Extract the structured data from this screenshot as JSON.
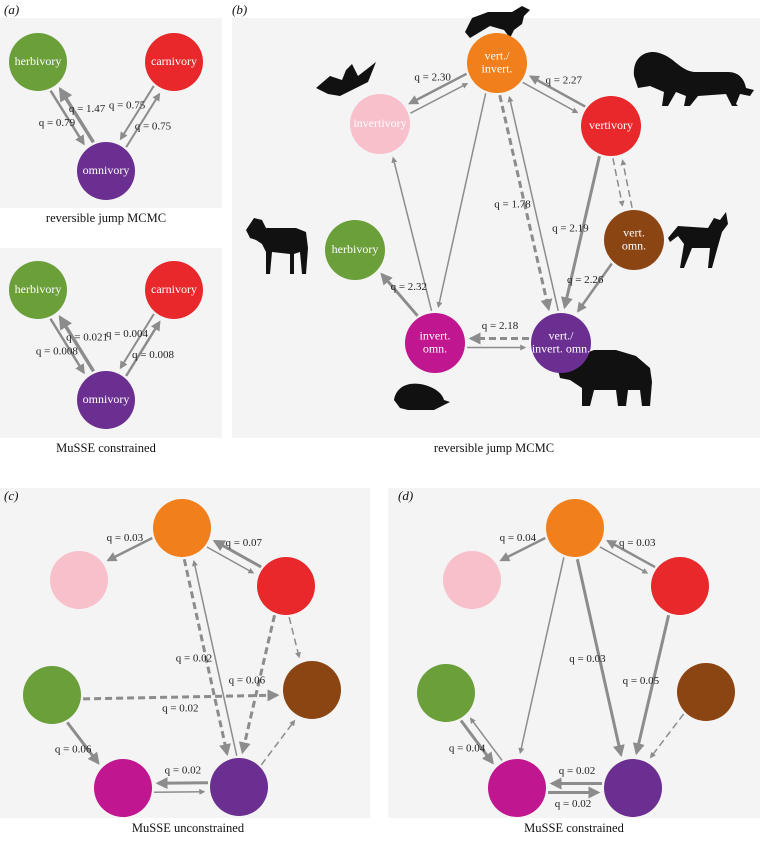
{
  "colors": {
    "herbivory": "#6a9f3a",
    "carnivory": "#e8282a",
    "omnivory": "#6b2f91",
    "insect": "#f7c0cb",
    "vertinv": "#f07f1c",
    "vertivory": "#e8282a",
    "vomn": "#8b4513",
    "iomn": "#c0168f",
    "viomn": "#6b2f91",
    "edge": "#8c8c8c"
  },
  "panels": [
    {
      "id": "a1",
      "label": "(a)",
      "caption": "reversible jump MCMC",
      "nodes": [
        {
          "id": "H",
          "text": "herbivory",
          "color": "herbivory"
        },
        {
          "id": "C",
          "text": "carnivory",
          "color": "carnivory"
        },
        {
          "id": "O",
          "text": "omnivory",
          "color": "omnivory"
        }
      ],
      "edges": [
        {
          "from": "H",
          "to": "O",
          "rate": "q = 0.79",
          "w": 2.5,
          "dash": false
        },
        {
          "from": "O",
          "to": "H",
          "rate": "q = 1.47",
          "w": 3.5,
          "dash": false
        },
        {
          "from": "O",
          "to": "C",
          "rate": "q = 0.75",
          "w": 2,
          "dash": false
        },
        {
          "from": "C",
          "to": "O",
          "rate": "q = 0.75",
          "w": 2,
          "dash": false
        }
      ]
    },
    {
      "id": "a2",
      "label": "",
      "caption": "MuSSE constrained",
      "nodes": [
        {
          "id": "H",
          "text": "herbivory",
          "color": "herbivory"
        },
        {
          "id": "C",
          "text": "carnivory",
          "color": "carnivory"
        },
        {
          "id": "O",
          "text": "omnivory",
          "color": "omnivory"
        }
      ],
      "edges": [
        {
          "from": "H",
          "to": "O",
          "rate": "q = 0.008",
          "w": 2.5,
          "dash": false
        },
        {
          "from": "O",
          "to": "H",
          "rate": "q = 0.021",
          "w": 3.5,
          "dash": false
        },
        {
          "from": "O",
          "to": "C",
          "rate": "q = 0.008",
          "w": 2.5,
          "dash": false
        },
        {
          "from": "C",
          "to": "O",
          "rate": "q = 0.004",
          "w": 2,
          "dash": false
        }
      ]
    },
    {
      "id": "b",
      "label": "(b)",
      "caption": "reversible jump MCMC",
      "nodes": [
        {
          "id": "VI",
          "text": "vert./|invert.",
          "color": "vertinv"
        },
        {
          "id": "I",
          "text": "invertivory",
          "color": "insect"
        },
        {
          "id": "V",
          "text": "vertivory",
          "color": "vertivory"
        },
        {
          "id": "H",
          "text": "herbivory",
          "color": "herbivory"
        },
        {
          "id": "VO",
          "text": "vert.|omn.",
          "color": "vomn"
        },
        {
          "id": "IO",
          "text": "invert.|omn.",
          "color": "iomn"
        },
        {
          "id": "VIO",
          "text": "vert./|invert. omn.",
          "color": "viomn"
        }
      ],
      "edges": [
        {
          "from": "VI",
          "to": "I",
          "rate": "q = 2.30",
          "w": 2.5,
          "dash": false
        },
        {
          "from": "I",
          "to": "VI",
          "rate": "",
          "w": 1.5,
          "dash": false
        },
        {
          "from": "VI",
          "to": "V",
          "rate": "",
          "w": 1.5,
          "dash": false
        },
        {
          "from": "V",
          "to": "VI",
          "rate": "q = 2.27",
          "w": 2.5,
          "dash": false
        },
        {
          "from": "VI",
          "to": "VIO",
          "rate": "q = 1.78",
          "w": 3,
          "dash": true
        },
        {
          "from": "VIO",
          "to": "VI",
          "rate": "",
          "w": 1.5,
          "dash": false
        },
        {
          "from": "VI",
          "to": "IO",
          "rate": "",
          "w": 1.5,
          "dash": false
        },
        {
          "from": "IO",
          "to": "I",
          "rate": "",
          "w": 1.5,
          "dash": false
        },
        {
          "from": "V",
          "to": "VIO",
          "rate": "q = 2.19",
          "w": 3,
          "dash": false
        },
        {
          "from": "V",
          "to": "VO",
          "rate": "",
          "w": 1.5,
          "dash": true
        },
        {
          "from": "VO",
          "to": "V",
          "rate": "",
          "w": 1.5,
          "dash": true
        },
        {
          "from": "VO",
          "to": "VIO",
          "rate": "q = 2.26",
          "w": 2.5,
          "dash": false
        },
        {
          "from": "IO",
          "to": "H",
          "rate": "q = 2.32",
          "w": 3,
          "dash": false
        },
        {
          "from": "VIO",
          "to": "IO",
          "rate": "q = 2.18",
          "w": 3,
          "dash": true
        },
        {
          "from": "IO",
          "to": "VIO",
          "rate": "",
          "w": 1.5,
          "dash": false
        }
      ]
    },
    {
      "id": "c",
      "label": "(c)",
      "caption": "MuSSE unconstrained",
      "nodes": [
        {
          "id": "VI",
          "text": "",
          "color": "vertinv"
        },
        {
          "id": "I",
          "text": "",
          "color": "insect"
        },
        {
          "id": "V",
          "text": "",
          "color": "vertivory"
        },
        {
          "id": "H",
          "text": "",
          "color": "herbivory"
        },
        {
          "id": "VO",
          "text": "",
          "color": "vomn"
        },
        {
          "id": "IO",
          "text": "",
          "color": "iomn"
        },
        {
          "id": "VIO",
          "text": "",
          "color": "viomn"
        }
      ],
      "edges": [
        {
          "from": "VI",
          "to": "I",
          "rate": "q = 0.03",
          "w": 2.5,
          "dash": false
        },
        {
          "from": "V",
          "to": "VI",
          "rate": "q = 0.07",
          "w": 3,
          "dash": false
        },
        {
          "from": "VI",
          "to": "V",
          "rate": "",
          "w": 1.5,
          "dash": false
        },
        {
          "from": "V",
          "to": "VO",
          "rate": "",
          "w": 1.5,
          "dash": true
        },
        {
          "from": "V",
          "to": "VIO",
          "rate": "q = 0.06",
          "w": 3,
          "dash": true
        },
        {
          "from": "VI",
          "to": "VIO",
          "rate": "q = 0.02",
          "w": 3,
          "dash": true
        },
        {
          "from": "VIO",
          "to": "VI",
          "rate": "",
          "w": 1.5,
          "dash": false
        },
        {
          "from": "H",
          "to": "VO",
          "rate": "q = 0.02",
          "w": 3,
          "dash": true
        },
        {
          "from": "H",
          "to": "IO",
          "rate": "q = 0.06",
          "w": 3,
          "dash": false
        },
        {
          "from": "VIO",
          "to": "IO",
          "rate": "q = 0.02",
          "w": 3,
          "dash": false
        },
        {
          "from": "IO",
          "to": "VIO",
          "rate": "",
          "w": 1.5,
          "dash": false
        },
        {
          "from": "VIO",
          "to": "VO",
          "rate": "",
          "w": 1.5,
          "dash": true
        }
      ]
    },
    {
      "id": "d",
      "label": "(d)",
      "caption": "MuSSE constrained",
      "nodes": [
        {
          "id": "VI",
          "text": "",
          "color": "vertinv"
        },
        {
          "id": "I",
          "text": "",
          "color": "insect"
        },
        {
          "id": "V",
          "text": "",
          "color": "vertivory"
        },
        {
          "id": "H",
          "text": "",
          "color": "herbivory"
        },
        {
          "id": "VO",
          "text": "",
          "color": "vomn"
        },
        {
          "id": "IO",
          "text": "",
          "color": "iomn"
        },
        {
          "id": "VIO",
          "text": "",
          "color": "viomn"
        }
      ],
      "edges": [
        {
          "from": "VI",
          "to": "I",
          "rate": "q = 0.04",
          "w": 2.5,
          "dash": false
        },
        {
          "from": "V",
          "to": "VI",
          "rate": "q = 0.03",
          "w": 2.5,
          "dash": false
        },
        {
          "from": "VI",
          "to": "V",
          "rate": "",
          "w": 1.5,
          "dash": false
        },
        {
          "from": "V",
          "to": "VIO",
          "rate": "q = 0.05",
          "w": 3,
          "dash": false
        },
        {
          "from": "VI",
          "to": "VIO",
          "rate": "q = 0.03",
          "w": 3,
          "dash": false
        },
        {
          "from": "VI",
          "to": "IO",
          "rate": "",
          "w": 1.5,
          "dash": false
        },
        {
          "from": "H",
          "to": "IO",
          "rate": "q = 0.04",
          "w": 3,
          "dash": false
        },
        {
          "from": "IO",
          "to": "H",
          "rate": "",
          "w": 1.5,
          "dash": false
        },
        {
          "from": "VIO",
          "to": "IO",
          "rate": "q = 0.02",
          "w": 3,
          "dash": false
        },
        {
          "from": "IO",
          "to": "VIO",
          "rate": "q = 0.02",
          "w": 3,
          "dash": false
        },
        {
          "from": "VO",
          "to": "VIO",
          "rate": "",
          "w": 1.5,
          "dash": true
        }
      ]
    }
  ],
  "silhouettes": [
    "fox-silhouette-icon",
    "bat-silhouette-icon",
    "lion-silhouette-icon",
    "zebra-silhouette-icon",
    "jackal-silhouette-icon",
    "rat-silhouette-icon",
    "bear-silhouette-icon"
  ]
}
